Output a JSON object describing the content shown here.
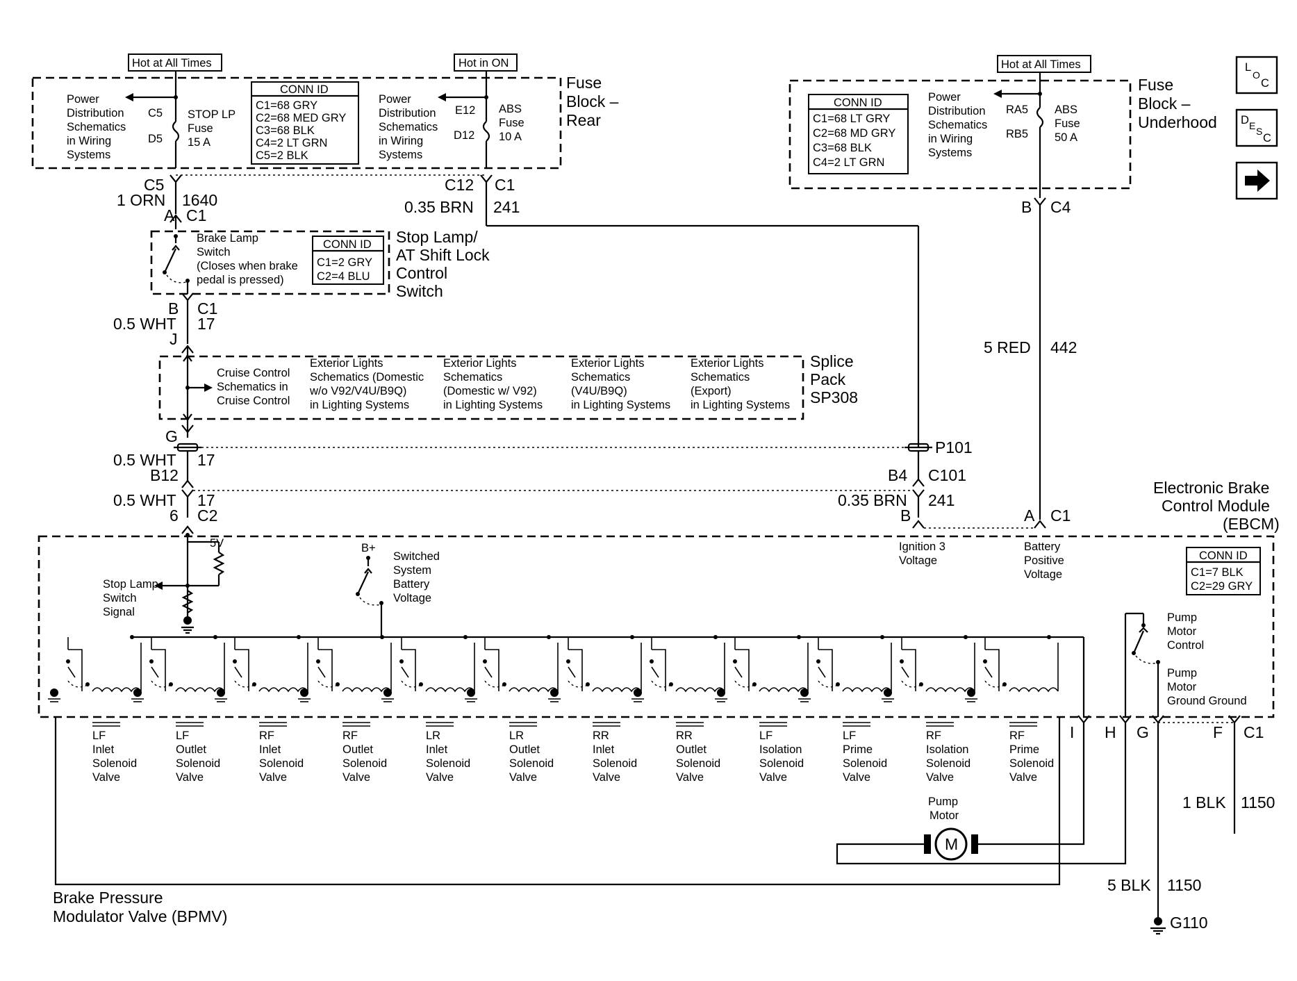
{
  "fuse_rear": {
    "hot_label": "Hot at All Times",
    "hot_on_label": "Hot in ON",
    "title": [
      "Fuse",
      "Block –",
      "Rear"
    ],
    "power_dist": [
      "Power",
      "Distribution",
      "Schematics",
      "in Wiring",
      "Systems"
    ],
    "stop_fuse": {
      "top_pin": "C5",
      "bottom_pin": "D5",
      "name": [
        "STOP LP",
        "Fuse",
        "15 A"
      ]
    },
    "abs_fuse": {
      "top_pin": "E12",
      "bottom_pin": "D12",
      "name": [
        "ABS",
        "Fuse",
        "10 A"
      ]
    },
    "conn": {
      "header": "CONN ID",
      "rows": [
        "C1=68 GRY",
        "C2=68 MED GRY",
        "C3=68 BLK",
        "C4=2 LT GRN",
        "C5=2 BLK"
      ]
    }
  },
  "fuse_underhood": {
    "hot_label": "Hot at All Times",
    "title": [
      "Fuse",
      "Block –",
      "Underhood"
    ],
    "power_dist": [
      "Power",
      "Distribution",
      "Schematics",
      "in Wiring",
      "Systems"
    ],
    "abs_fuse": {
      "top_pin": "RA5",
      "bottom_pin": "RB5",
      "name": [
        "ABS",
        "Fuse",
        "50 A"
      ]
    },
    "conn": {
      "header": "CONN ID",
      "rows": [
        "C1=68 LT GRY",
        "C2=68 MD GRY",
        "C3=68 BLK",
        "C4=2 LT GRN"
      ]
    }
  },
  "wires": {
    "w1640": {
      "pin_top": "C5",
      "wire": "1 ORN",
      "circuit": "1640",
      "pin_bottom": "A",
      "conn_bottom": "C1"
    },
    "w241_top": {
      "pin": "C12",
      "conn": "C1",
      "wire": "0.35 BRN",
      "circuit": "241"
    },
    "w442": {
      "pin": "B",
      "conn": "C4",
      "wire": "5 RED",
      "circuit": "442"
    },
    "w17_a": {
      "pin": "B",
      "conn": "C1",
      "wire": "0.5 WHT",
      "circuit": "17",
      "pin2": "J"
    },
    "w17_b": {
      "pin": "G",
      "wire": "0.5 WHT",
      "circuit": "17",
      "pin2": "B12"
    },
    "w17_c": {
      "wire": "0.5 WHT",
      "circuit": "17",
      "pin": "6",
      "conn": "C2"
    },
    "w241_bot": {
      "p101": "P101",
      "pin": "B4",
      "conn": "C101",
      "wire": "0.35 BRN",
      "circuit": "241",
      "pin2": "B"
    },
    "w442_bot": {
      "pin": "A",
      "conn": "C1"
    },
    "w1150_a": {
      "wire": "1 BLK",
      "circuit": "1150"
    },
    "w1150_b": {
      "wire": "5 BLK",
      "circuit": "1150"
    },
    "ground": "G110"
  },
  "stop_switch": {
    "title": [
      "Stop Lamp/",
      "AT Shift Lock",
      "Control",
      "Switch"
    ],
    "desc": [
      "Brake Lamp",
      "Switch",
      "(Closes when brake",
      "pedal is pressed)"
    ],
    "conn": {
      "header": "CONN ID",
      "rows": [
        "C1=2 GRY",
        "C2=4 BLU"
      ]
    }
  },
  "splice": {
    "title": [
      "Splice",
      "Pack",
      "SP308"
    ],
    "cruise": [
      "Cruise Control",
      "Schematics in",
      "Cruise Control"
    ],
    "lights": [
      [
        "Exterior Lights",
        "Schematics (Domestic",
        "w/o V92/V4U/B9Q)",
        "in Lighting Systems"
      ],
      [
        "Exterior Lights",
        "Schematics",
        "(Domestic w/ V92)",
        "in Lighting Systems"
      ],
      [
        "Exterior Lights",
        "Schematics",
        "(V4U/B9Q)",
        "in Lighting Systems"
      ],
      [
        "Exterior Lights",
        "Schematics",
        "(Export)",
        "in Lighting Systems"
      ]
    ]
  },
  "ebcm": {
    "title": [
      "Electronic Brake",
      "Control Module",
      "(EBCM)"
    ],
    "ign3": [
      "Ignition 3",
      "Voltage"
    ],
    "batt": [
      "Battery",
      "Positive",
      "Voltage"
    ],
    "conn": {
      "header": "CONN ID",
      "rows": [
        "C1=7 BLK",
        "C2=29 GRY"
      ]
    },
    "five_v": "5V",
    "b_plus": "B+",
    "stop_signal": [
      "Stop Lamp",
      "Switch",
      "Signal"
    ],
    "switched": [
      "Switched",
      "System",
      "Battery",
      "Voltage"
    ],
    "pump_ctrl": [
      "Pump",
      "Motor",
      "Control"
    ],
    "pump_gnd": [
      "Pump",
      "Motor",
      "Ground Ground"
    ],
    "pins": [
      "I",
      "H",
      "G",
      "F",
      "C1"
    ]
  },
  "bpmv": {
    "title": [
      "Brake Pressure",
      "Modulator Valve (BPMV)"
    ],
    "pump_motor": [
      "Pump",
      "Motor"
    ],
    "motor_symbol": "M",
    "valves": [
      [
        "LF",
        "Inlet",
        "Solenoid",
        "Valve"
      ],
      [
        "LF",
        "Outlet",
        "Solenoid",
        "Valve"
      ],
      [
        "RF",
        "Inlet",
        "Solenoid",
        "Valve"
      ],
      [
        "RF",
        "Outlet",
        "Solenoid",
        "Valve"
      ],
      [
        "LR",
        "Inlet",
        "Solenoid",
        "Valve"
      ],
      [
        "LR",
        "Outlet",
        "Solenoid",
        "Valve"
      ],
      [
        "RR",
        "Inlet",
        "Solenoid",
        "Valve"
      ],
      [
        "RR",
        "Outlet",
        "Solenoid",
        "Valve"
      ],
      [
        "LF",
        "Isolation",
        "Solenoid",
        "Valve"
      ],
      [
        "LF",
        "Prime",
        "Solenoid",
        "Valve"
      ],
      [
        "RF",
        "Isolation",
        "Solenoid",
        "Valve"
      ],
      [
        "RF",
        "Prime",
        "Solenoid",
        "Valve"
      ]
    ]
  },
  "nav": {
    "loc": [
      "L",
      "O",
      "C"
    ],
    "desc": [
      "D",
      "E",
      "S",
      "C"
    ],
    "next": "next-arrow-icon"
  }
}
